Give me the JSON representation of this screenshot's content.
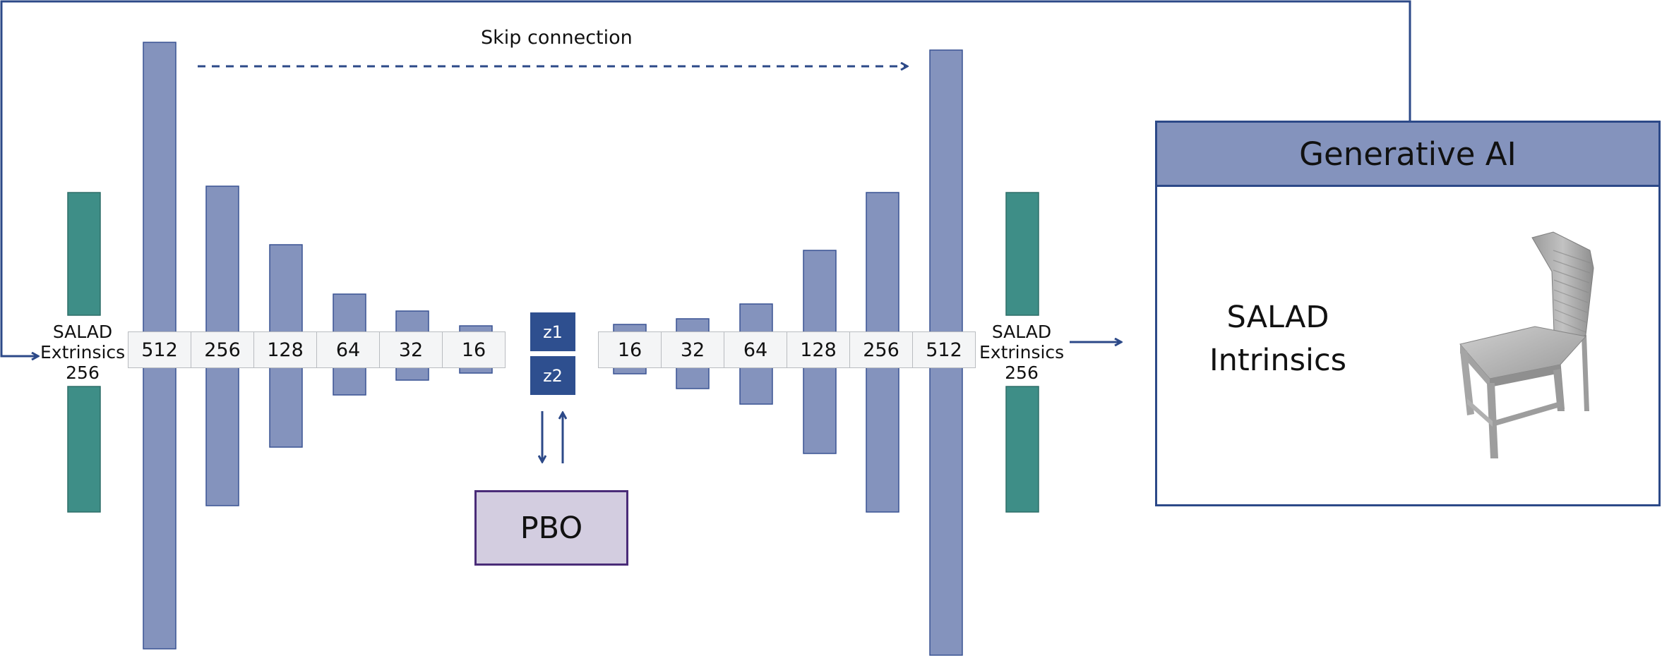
{
  "skip_connection_label": "Skip connection",
  "input_block": {
    "line1": "SALAD",
    "line2": "Extrinsics",
    "line3": "256"
  },
  "output_block": {
    "line1": "SALAD",
    "line2": "Extrinsics",
    "line3": "256"
  },
  "encoder_cells": [
    "512",
    "256",
    "128",
    "64",
    "32",
    "16"
  ],
  "decoder_cells": [
    "16",
    "32",
    "64",
    "128",
    "256",
    "512"
  ],
  "latent": {
    "z1": "z1",
    "z2": "z2"
  },
  "pbo_label": "PBO",
  "generative_panel": {
    "title": "Generative AI",
    "intrinsics_line1": "SALAD",
    "intrinsics_line2": "Intrinsics",
    "output_image": "3d-chair-render"
  },
  "colors": {
    "bar_fill": "#8493bd",
    "bar_stroke": "#3a5394",
    "teal": "#3e8e87",
    "arrow": "#2c4988",
    "latent_fill": "#2e4f8f",
    "pbo_fill": "#d3cde0",
    "pbo_border": "#4a2c78"
  }
}
